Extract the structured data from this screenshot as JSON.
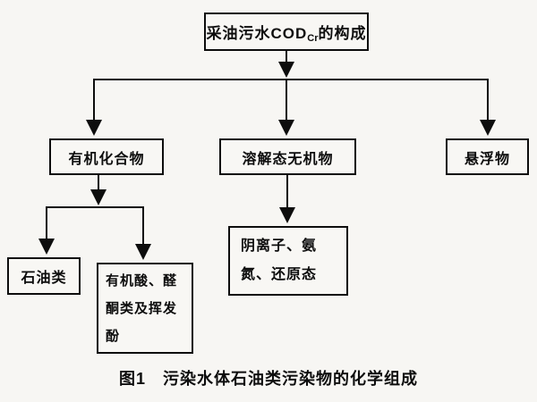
{
  "diagram": {
    "root": {
      "text_main": "采油污水COD",
      "text_sub": "Cr",
      "text_tail": "的构成"
    },
    "level1": {
      "organic": "有机化合物",
      "dissolved_inorganic": "溶解态无机物",
      "suspended": "悬浮物"
    },
    "level2": {
      "petroleum": "石油类",
      "organic_acids": "有机酸、醛\n酮类及挥发\n酚",
      "anions": "阴离子、氨\n氮、还原态"
    },
    "caption": "图1　污染水体石油类污染物的化学组成"
  }
}
